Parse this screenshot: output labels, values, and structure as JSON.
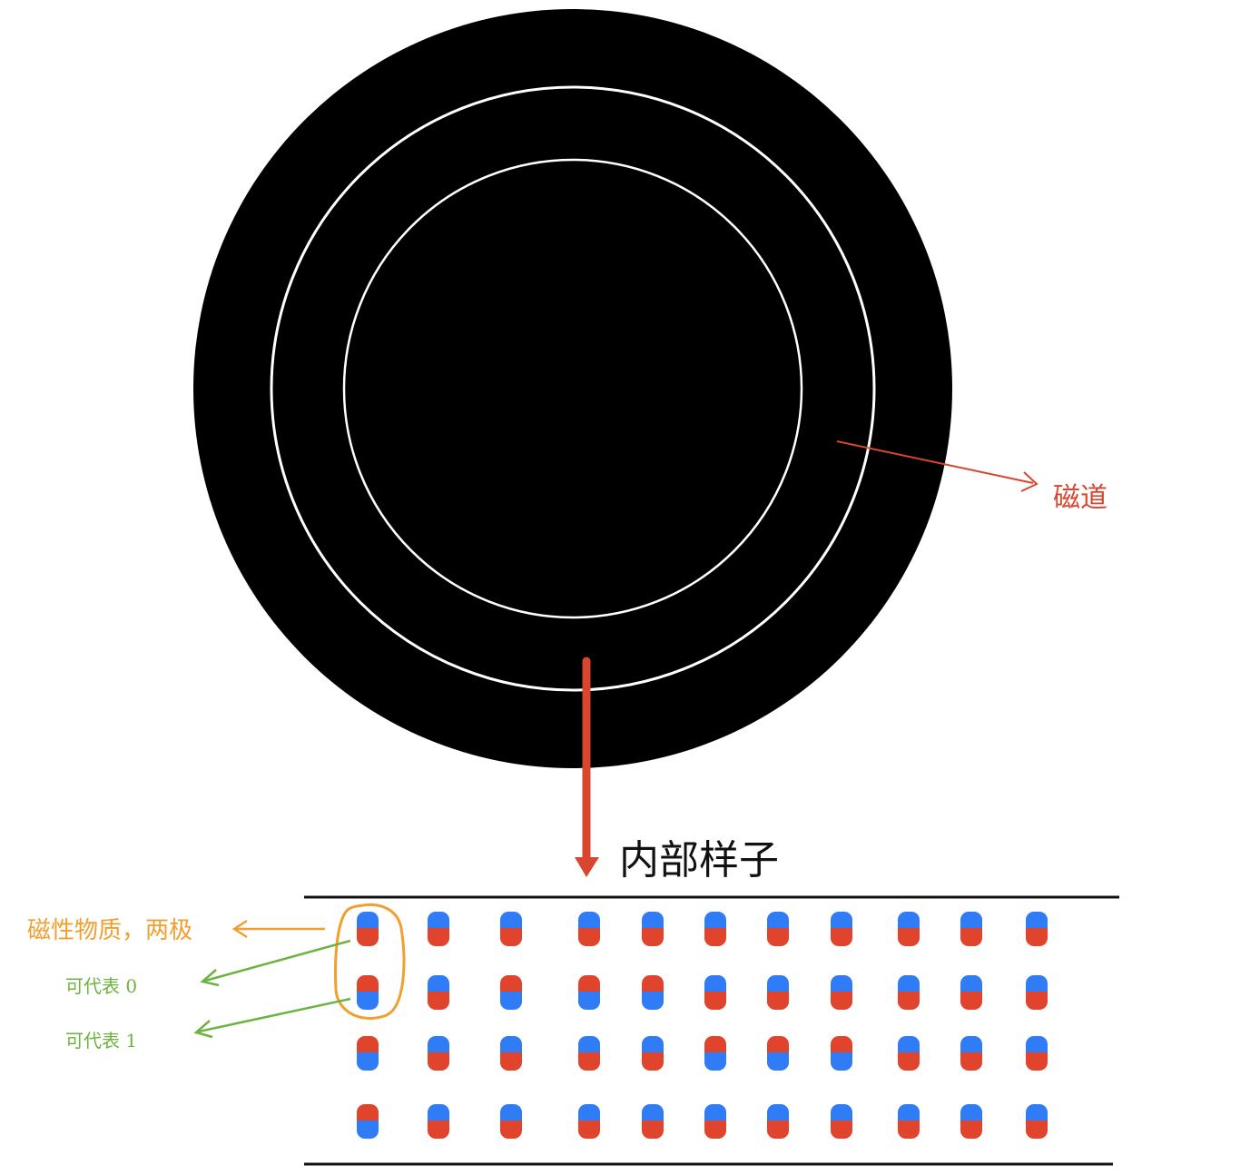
{
  "labels": {
    "track": "磁道",
    "interior": "内部样子",
    "magnetic_material": "磁性物质，两极",
    "represents_0": "可代表 0",
    "represents_1": "可代表 1"
  },
  "colors": {
    "background": "#ffffff",
    "disk": "#000000",
    "track_ring": "#ffffff",
    "arrow_red": "#d94630",
    "annotation_orange": "#f0a030",
    "annotation_green": "#6db33f",
    "pole_blue": "#2f7cf6",
    "pole_red": "#e0442c",
    "rail": "#111111"
  },
  "magnet_grid": {
    "rows": 4,
    "columns": 11,
    "orientation": [
      [
        "blue-top",
        "blue-top",
        "blue-top",
        "blue-top",
        "blue-top",
        "blue-top",
        "blue-top",
        "blue-top",
        "blue-top",
        "blue-top",
        "blue-top"
      ],
      [
        "red-top",
        "blue-top",
        "red-top",
        "red-top",
        "red-top",
        "blue-top",
        "blue-top",
        "blue-top",
        "blue-top",
        "blue-top",
        "blue-top"
      ],
      [
        "red-top",
        "blue-top",
        "blue-top",
        "blue-top",
        "blue-top",
        "red-top",
        "red-top",
        "red-top",
        "blue-top",
        "blue-top",
        "blue-top"
      ],
      [
        "red-top",
        "blue-top",
        "blue-top",
        "blue-top",
        "blue-top",
        "blue-top",
        "blue-top",
        "blue-top",
        "blue-top",
        "blue-top",
        "blue-top"
      ]
    ]
  }
}
